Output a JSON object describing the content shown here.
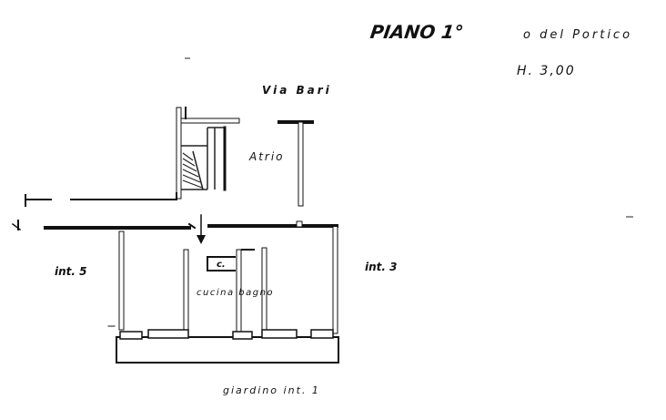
{
  "header": {
    "title_main": "PIANO 1°",
    "title_rest": "o del Portico",
    "height": "H. 3,00"
  },
  "labels": {
    "street": "Via Bari",
    "atrium": "Atrio",
    "left_unit": "int. 5",
    "right_unit": "int. 3",
    "wc": "c.",
    "kitchen": "cucina bagno",
    "garden": "giardino int. 1"
  }
}
